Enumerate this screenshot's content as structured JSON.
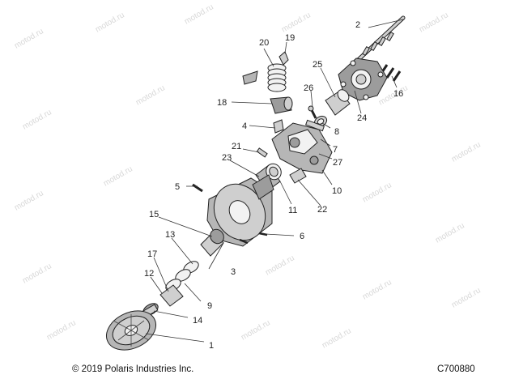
{
  "diagram": {
    "callouts": [
      "1",
      "2",
      "3",
      "4",
      "5",
      "6",
      "7",
      "8",
      "9",
      "10",
      "11",
      "12",
      "13",
      "14",
      "15",
      "16",
      "17",
      "18",
      "19",
      "20",
      "21",
      "22",
      "23",
      "24",
      "25",
      "26",
      "27"
    ],
    "watermark": "motod.ru",
    "copyright": "© 2019 Polaris Industries Inc.",
    "figure_id": "C700880"
  }
}
